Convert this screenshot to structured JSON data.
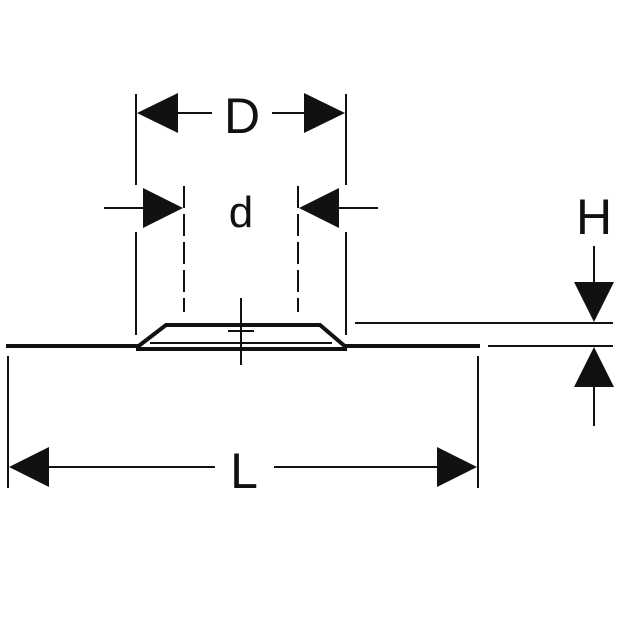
{
  "labels": {
    "outer_diameter": "D",
    "inner_diameter": "d",
    "height": "H",
    "length": "L"
  },
  "colors": {
    "line": "#111111",
    "background": "#ffffff"
  }
}
